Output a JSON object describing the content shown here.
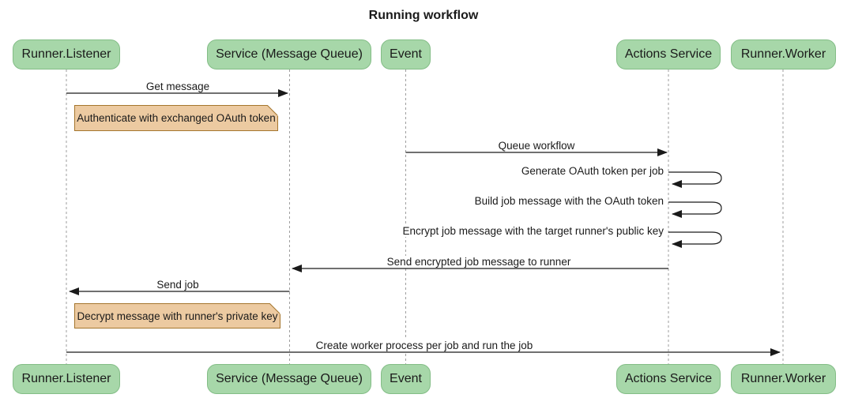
{
  "diagram": {
    "type": "sequence-diagram",
    "title": "Running workflow",
    "participants": [
      {
        "name": "Runner.Listener"
      },
      {
        "name": "Service (Message Queue)"
      },
      {
        "name": "Event"
      },
      {
        "name": "Actions Service"
      },
      {
        "name": "Runner.Worker"
      }
    ],
    "messages": [
      {
        "label": "Get message",
        "from": "Runner.Listener",
        "to": "Service (Message Queue)",
        "kind": "arrow"
      },
      {
        "label": "Queue workflow",
        "from": "Event",
        "to": "Actions Service",
        "kind": "arrow"
      },
      {
        "label": "Generate OAuth token per job",
        "from": "Actions Service",
        "to": "Actions Service",
        "kind": "self-loop"
      },
      {
        "label": "Build job message with the OAuth token",
        "from": "Actions Service",
        "to": "Actions Service",
        "kind": "self-loop"
      },
      {
        "label": "Encrypt job message with the target runner's public key",
        "from": "Actions Service",
        "to": "Actions Service",
        "kind": "self-loop"
      },
      {
        "label": "Send encrypted job message to runner",
        "from": "Actions Service",
        "to": "Service (Message Queue)",
        "kind": "arrow"
      },
      {
        "label": "Send job",
        "from": "Service (Message Queue)",
        "to": "Runner.Listener",
        "kind": "arrow"
      },
      {
        "label": "Create worker process per job and run the job",
        "from": "Runner.Listener",
        "to": "Runner.Worker",
        "kind": "arrow"
      }
    ],
    "notes": [
      {
        "text": "Authenticate with exchanged OAuth token",
        "position": "right of Runner.Listener"
      },
      {
        "text": "Decrypt message with runner's private key",
        "position": "right of Runner.Listener"
      }
    ],
    "colors": {
      "actor_fill": "#a7d7a9",
      "actor_border": "#83bd86",
      "note_fill": "#eccaa1",
      "note_border": "#a5762e",
      "lifeline": "#9e9e9e",
      "line": "#1a1a1a",
      "text": "#1a1a1a",
      "background": "#ffffff"
    }
  }
}
